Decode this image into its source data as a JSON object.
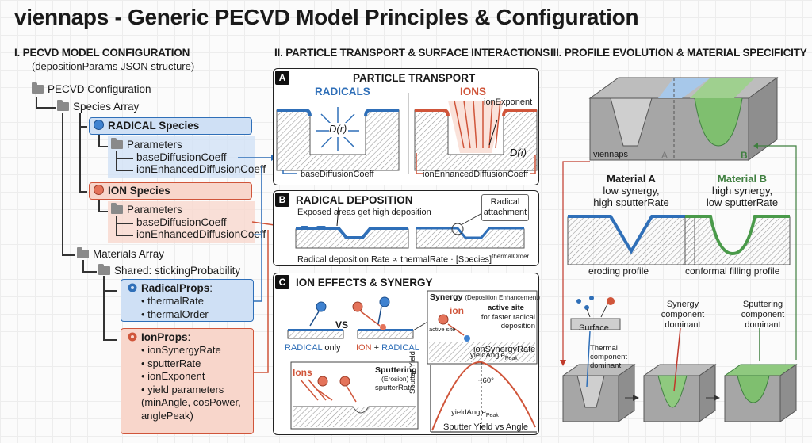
{
  "title": "viennaps - Generic PECVD Model Principles & Configuration",
  "section1": {
    "title": "I. PECVD MODEL CONFIGURATION",
    "subtitle": "(depositionParams JSON structure)",
    "root": "PECVD Configuration",
    "species_array": "Species Array",
    "radical_species": "RADICAL Species",
    "ion_species": "ION Species",
    "parameters": "Parameters",
    "base_diffusion": "baseDiffusionCoeff",
    "ion_enhanced": "ionEnhancedDiffusionCoeff",
    "materials_array": "Materials Array",
    "shared": "Shared: stickingProbability",
    "radical_props": "RadicalProps",
    "radical_props_items": [
      "thermalRate",
      "thermalOrder"
    ],
    "ion_props": "IonProps",
    "ion_props_items": [
      "ionSynergyRate",
      "sputterRate",
      "ionExponent",
      "yield parameters (minAngle, cosPower, anglePeak)"
    ],
    "colon": ":"
  },
  "section2": {
    "title": "II. PARTICLE TRANSPORT & SURFACE INTERACTIONS",
    "panelA": {
      "letter": "A",
      "title": "PARTICLE TRANSPORT",
      "radicals": "RADICALS",
      "ions": "IONS",
      "d_r": "D(r)",
      "d_i": "D(i)",
      "ion_exponent": "ionExponent",
      "base": "baseDiffusionCoeff",
      "ion_enhanced": "ionEnhancedDiffusionCoeff"
    },
    "panelB": {
      "letter": "B",
      "title": "RADICAL DEPOSITION",
      "exposed": "Exposed areas get high deposition",
      "callout": "Radical attachment",
      "formula": "Radical deposition Rate ∝ thermalRate · [Species]",
      "formula_sup": "thermalOrder"
    },
    "panelC": {
      "letter": "C",
      "title": "ION EFFECTS & SYNERGY",
      "vs": "VS",
      "radical_only_a": "RADICAL",
      "radical_only_b": "only",
      "ion_radical_a": "ION",
      "ion_radical_b": "+",
      "ion_radical_c": "RADICAL",
      "synergy": "Synergy",
      "synergy_sub": "(Deposition Enhancement)",
      "ion": "ion",
      "active_site": "active site",
      "active_site_small": "active site",
      "faster": "for faster radical deposition",
      "ion_synergy_rate": "ionSynergyRate",
      "ions": "Ions",
      "sputtering": "Sputtering",
      "erosion": "(Erosion)",
      "sputter_rate": "sputterRate",
      "yield_angle_peak": "yieldAngle",
      "peak_sub": "Peak",
      "approx": "~60°",
      "sputter_yield": "Sputter Yield",
      "chart_caption": "Sputter Yield vs Angle"
    }
  },
  "section3": {
    "title": "III. PROFILE EVOLUTION & MATERIAL SPECIFICITY",
    "viennaps": "viennaps",
    "label_a": "A",
    "label_b": "B",
    "matA_title": "Material A",
    "matA_l1": "low synergy,",
    "matA_l2": "high sputterRate",
    "matB_title": "Material B",
    "matB_l1": "high synergy,",
    "matB_l2": "low sputterRate",
    "eroding": "eroding profile",
    "conformal": "conformal filling profile",
    "surface": "Surface",
    "thermal": "Thermal component dominant",
    "synergy": "Synergy component dominant",
    "sputtering": "Sputtering component dominant"
  },
  "colors": {
    "blue": "#2f6fb8",
    "blue_fill": "#cfe0f5",
    "red": "#d0553a",
    "red_fill": "#f8d6cb",
    "green": "#4a9a4a",
    "gray": "#9a9a9a"
  }
}
